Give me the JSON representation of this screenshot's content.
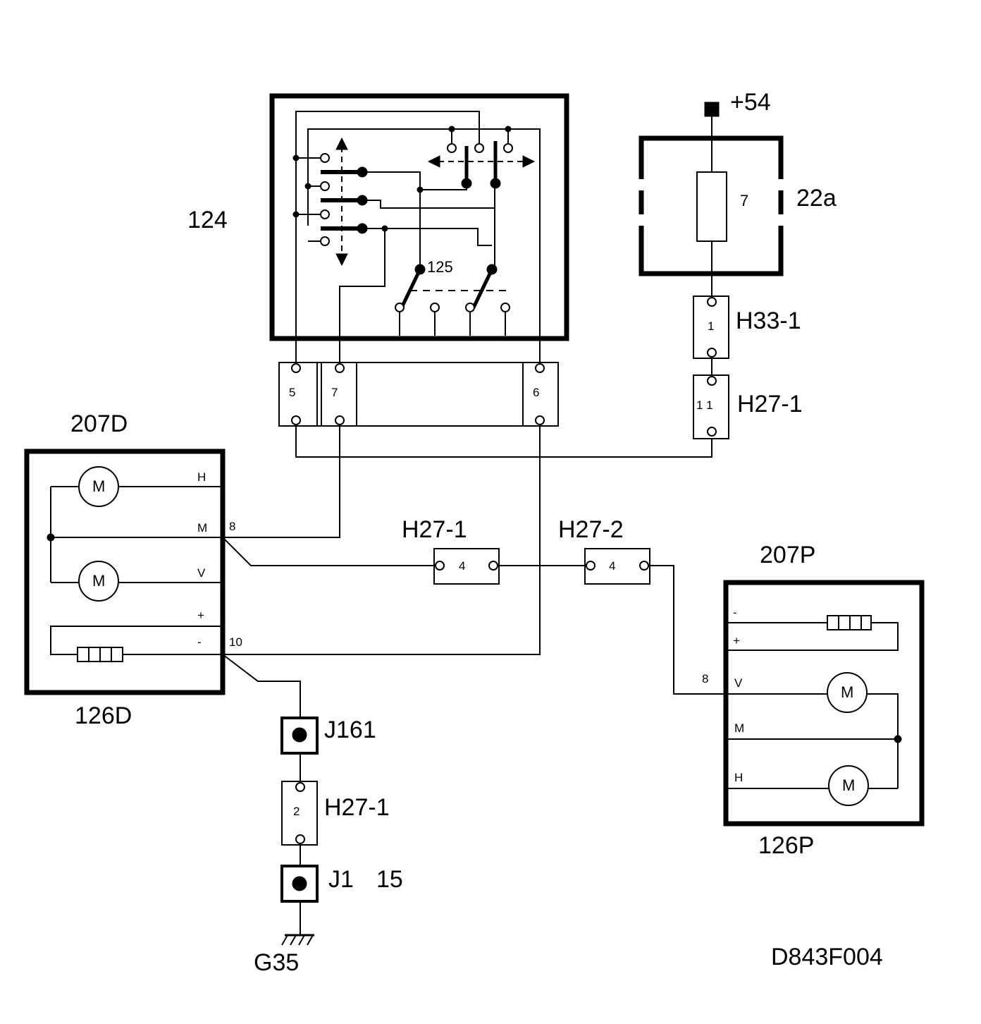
{
  "diagram": {
    "labels": {
      "switch_block": "124",
      "switch_inner": "125",
      "fuse_box": "22a",
      "fuse_number": "7",
      "supply": "+54",
      "conn_h33_1": "H33-1",
      "conn_h33_1_pin": "1",
      "conn_h27_1_top": "H27-1",
      "conn_h27_1_top_pin": "1 1",
      "conn_h27_1_mid": "H27-1",
      "conn_h27_2": "H27-2",
      "conn_h27_1_mid_pin": "4",
      "conn_h27_2_pin": "4",
      "conn_h27_1_bot": "H27-1",
      "conn_h27_1_bot_pin": "2",
      "strip_pin_5": "5",
      "strip_pin_7": "7",
      "strip_pin_6": "6",
      "left_unit_top": "207D",
      "left_unit_bottom": "126D",
      "right_unit_top": "207P",
      "right_unit_bottom": "126P",
      "junction_j161": "J161",
      "junction_j1": "J1",
      "junction_j1_num": "15",
      "ground": "G35",
      "drawing_code": "D843F004"
    },
    "left_unit": {
      "pin_h": "H",
      "pin_m": "M",
      "pin_v": "V",
      "pin_plus": "+",
      "pin_minus": "-",
      "wire_8": "8",
      "wire_10": "10",
      "motor_1": "M",
      "motor_2": "M"
    },
    "right_unit": {
      "pin_minus": "-",
      "pin_plus": "+",
      "pin_v": "V",
      "pin_m": "M",
      "pin_h": "H",
      "wire_8": "8",
      "motor_1": "M",
      "motor_2": "M"
    }
  }
}
